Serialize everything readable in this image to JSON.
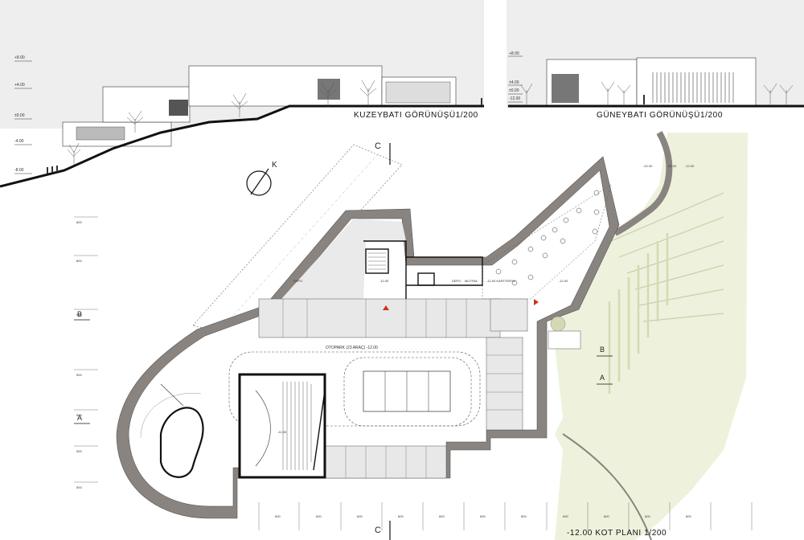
{
  "elevations": {
    "northwest": {
      "title": "KUZEYBATI GÖRÜNÜŞÜ1/200",
      "levels": [
        "+8.00",
        "+4.00",
        "±0.00",
        "-4.00",
        "-8.00"
      ]
    },
    "southwest": {
      "title": "GÜNEYBATI GÖRÜNÜŞÜ1/200",
      "levels": [
        "+8.00",
        "±4.00",
        "±0.00",
        "-12.00"
      ]
    }
  },
  "plan": {
    "title": "-12.00 KOT PLANI 1/200",
    "section_c": "C",
    "section_b": "B",
    "section_a": "A",
    "north_label": "K",
    "parking_label": "OTOPARK (23 ARAÇ) -12.00",
    "rooms": {
      "depo_left": "DEPO",
      "depo_right": "DEPO",
      "mutfak": "MUTFAK",
      "kafeterya": "-12.00 KAFETERYA",
      "level_entry": "-12.00",
      "level_cafe": "-12.00",
      "level_hall": "-11.50"
    },
    "site_levels": [
      "-10.00",
      "-11.00",
      "-12.00"
    ],
    "left_dims": [
      "600",
      "800",
      "900",
      "500",
      "500",
      "500",
      "500"
    ],
    "bottom_dims": [
      "600",
      "600",
      "600",
      "600",
      "600",
      "600",
      "600",
      "600",
      "600",
      "600",
      "600"
    ]
  },
  "colors": {
    "wall_fill": "#8a8480",
    "green_area": "#eef2dc",
    "elevation_bg": "#eeeeee",
    "marker_red": "#d03020"
  }
}
